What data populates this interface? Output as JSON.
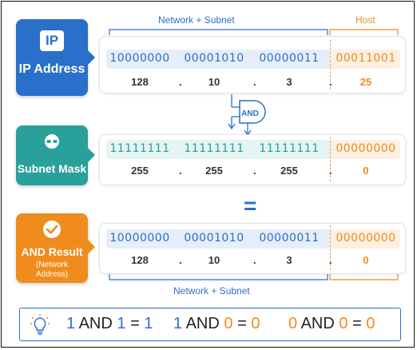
{
  "top_labels": {
    "network_subnet": "Network + Subnet",
    "host": "Host"
  },
  "bottom_labels": {
    "network_subnet": "Network + Subnet",
    "host": ""
  },
  "rows": [
    {
      "card": {
        "icon_text": "IP",
        "title": "IP Address",
        "note1": "",
        "note2": ""
      },
      "binary": [
        "10000000",
        "00001010",
        "00000011",
        "00011001"
      ],
      "decimal": [
        "128",
        "10",
        "3",
        "25"
      ],
      "dots": [
        ".",
        ".",
        "."
      ]
    },
    {
      "card": {
        "title": "Subnet Mask"
      },
      "binary": [
        "11111111",
        "11111111",
        "11111111",
        "00000000"
      ],
      "decimal": [
        "255",
        "255",
        "255",
        "0"
      ],
      "dots": [
        ".",
        ".",
        "."
      ]
    },
    {
      "card": {
        "title": "AND Result",
        "note1": "(Network",
        "note2": "Address)"
      },
      "binary": [
        "10000000",
        "00001010",
        "00000011",
        "00000000"
      ],
      "decimal": [
        "128",
        "10",
        "3",
        "0"
      ],
      "dots": [
        ".",
        ".",
        "."
      ]
    }
  ],
  "gate": {
    "label": "AND"
  },
  "equals": "=",
  "rules": [
    {
      "a": "1",
      "op": "AND",
      "b": "1",
      "eq": "=",
      "r": "1"
    },
    {
      "a": "1",
      "op": "AND",
      "b": "0",
      "eq": "=",
      "r": "0"
    },
    {
      "a": "0",
      "op": "AND",
      "b": "0",
      "eq": "=",
      "r": "0"
    }
  ],
  "colors": {
    "blue": "#2a6fc9",
    "teal": "#2aa09a",
    "orange": "#f08c1e",
    "band_blue": "#e6eef9",
    "band_teal": "#e3f4f2",
    "band_orange": "#fdf0e2"
  },
  "icons": [
    "ip-badge-icon",
    "mask-icon",
    "checkmark-icon",
    "and-gate-icon",
    "lightbulb-icon"
  ]
}
